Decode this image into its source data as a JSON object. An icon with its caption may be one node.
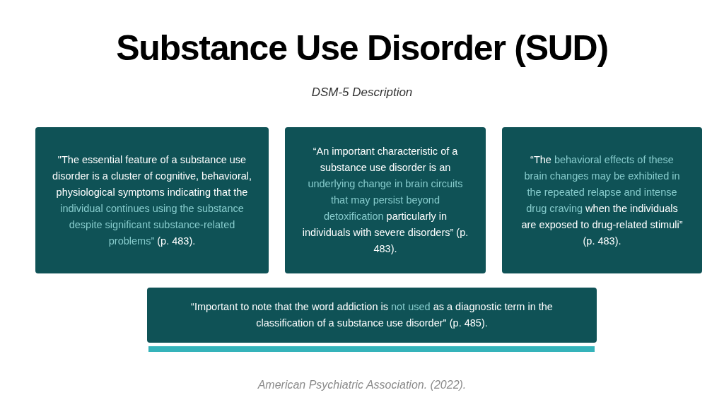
{
  "diagram": {
    "title": "Substance Use Disorder (SUD)",
    "nodes": [
      {
        "text": [
          "\"The essential feature of a substance use disorder is a cluster of cognitive, behavioral, physiological symptoms indicating that the *individual continues using the substance despite significant substance-related problems”* (p. 483)."
        ]
      },
      {
        "text": [
          "“An important characteristic of a substance use disorder is an *underlying change in brain circuits that may persist beyond detoxification* particularly in individuals with severe disorders” (p. 483)."
        ]
      },
      {
        "text": [
          "“The *behavioral effects of these brain changes may be exhibited in the repeated relapse and intense drug craving* when the individuals are exposed to drug-related stimuli” (p. 483)."
        ]
      },
      {
        "text": [
          "“Important to note that the word addiction is *not used* as a diagnostic term in the classification of a substance use disorder\" (p. 485)."
        ]
      }
    ],
    "labels": [
      "DSM-5 Description"
    ],
    "caption": "American Psychiatric Association. (2022)."
  }
}
